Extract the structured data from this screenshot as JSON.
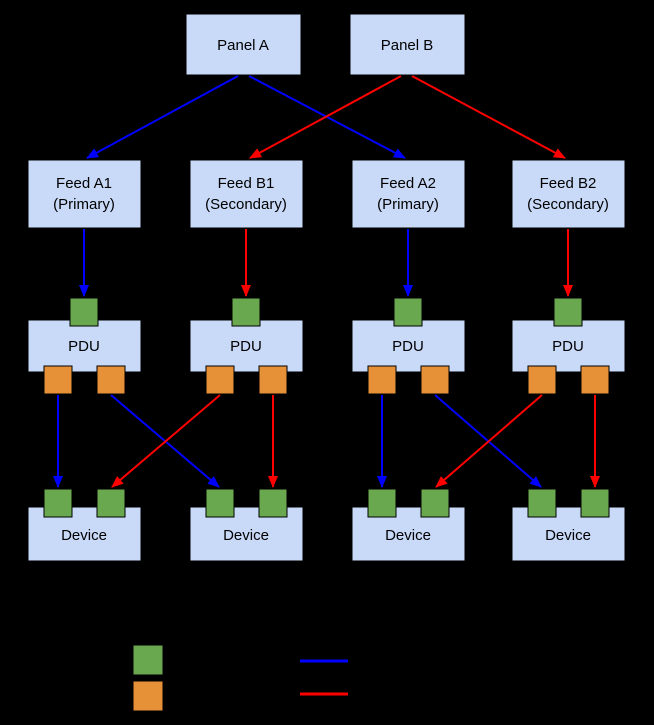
{
  "diagram": {
    "colors": {
      "background": "#000000",
      "node_fill": "#c9daf8",
      "node_border": "#000000",
      "input_port_green": "#6aa84f",
      "output_port_orange": "#e69138",
      "primary_line_blue": "#0000ff",
      "secondary_line_red": "#ff0000"
    },
    "panels": [
      {
        "label": "Panel A"
      },
      {
        "label": "Panel B"
      }
    ],
    "feeds": [
      {
        "name": "Feed A1",
        "role": "(Primary)"
      },
      {
        "name": "Feed B1",
        "role": "(Secondary)"
      },
      {
        "name": "Feed A2",
        "role": "(Primary)"
      },
      {
        "name": "Feed B2",
        "role": "(Secondary)"
      }
    ],
    "pdus": [
      {
        "label": "PDU"
      },
      {
        "label": "PDU"
      },
      {
        "label": "PDU"
      },
      {
        "label": "PDU"
      }
    ],
    "devices": [
      {
        "label": "Device"
      },
      {
        "label": "Device"
      },
      {
        "label": "Device"
      },
      {
        "label": "Device"
      }
    ],
    "legend": {
      "swatches": [
        {
          "icon": "green-input-port-swatch",
          "color": "#6aa84f"
        },
        {
          "icon": "orange-output-port-swatch",
          "color": "#e69138"
        },
        {
          "icon": "blue-primary-line-swatch",
          "color": "#0000ff"
        },
        {
          "icon": "red-secondary-line-swatch",
          "color": "#ff0000"
        }
      ]
    }
  }
}
